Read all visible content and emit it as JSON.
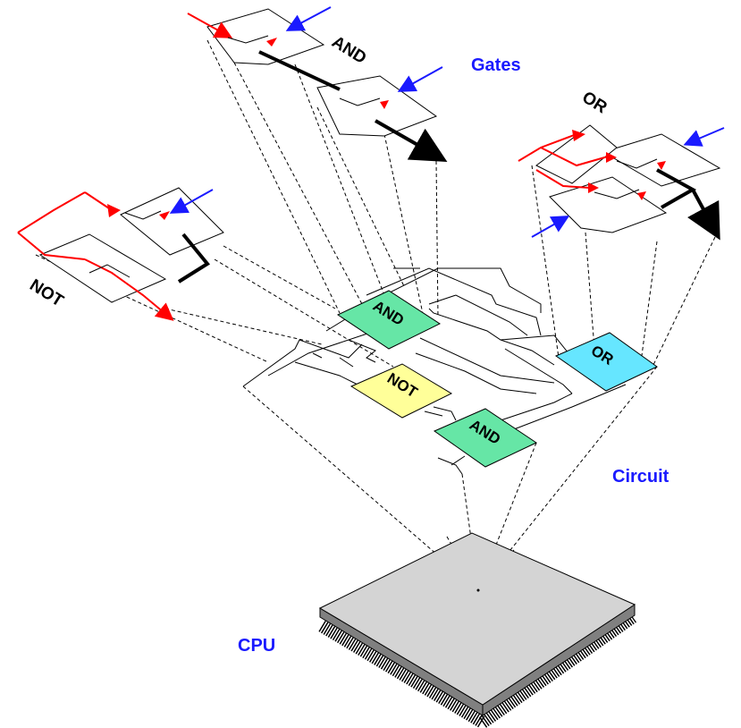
{
  "labels": {
    "gates": "Gates",
    "circuit": "Circuit",
    "cpu": "CPU",
    "and_top": "AND",
    "or_top": "OR",
    "not_left": "NOT"
  },
  "circuit_gates": {
    "and_upper": "AND",
    "or": "OR",
    "not": "NOT",
    "and_lower": "AND"
  },
  "colors": {
    "and_gate": "#66e6a6",
    "or_gate": "#66e6ff",
    "not_gate": "#ffff99",
    "chip_top": "#d4d4d4",
    "label_blue": "#1a1aff",
    "signal_red": "#ff0000"
  }
}
